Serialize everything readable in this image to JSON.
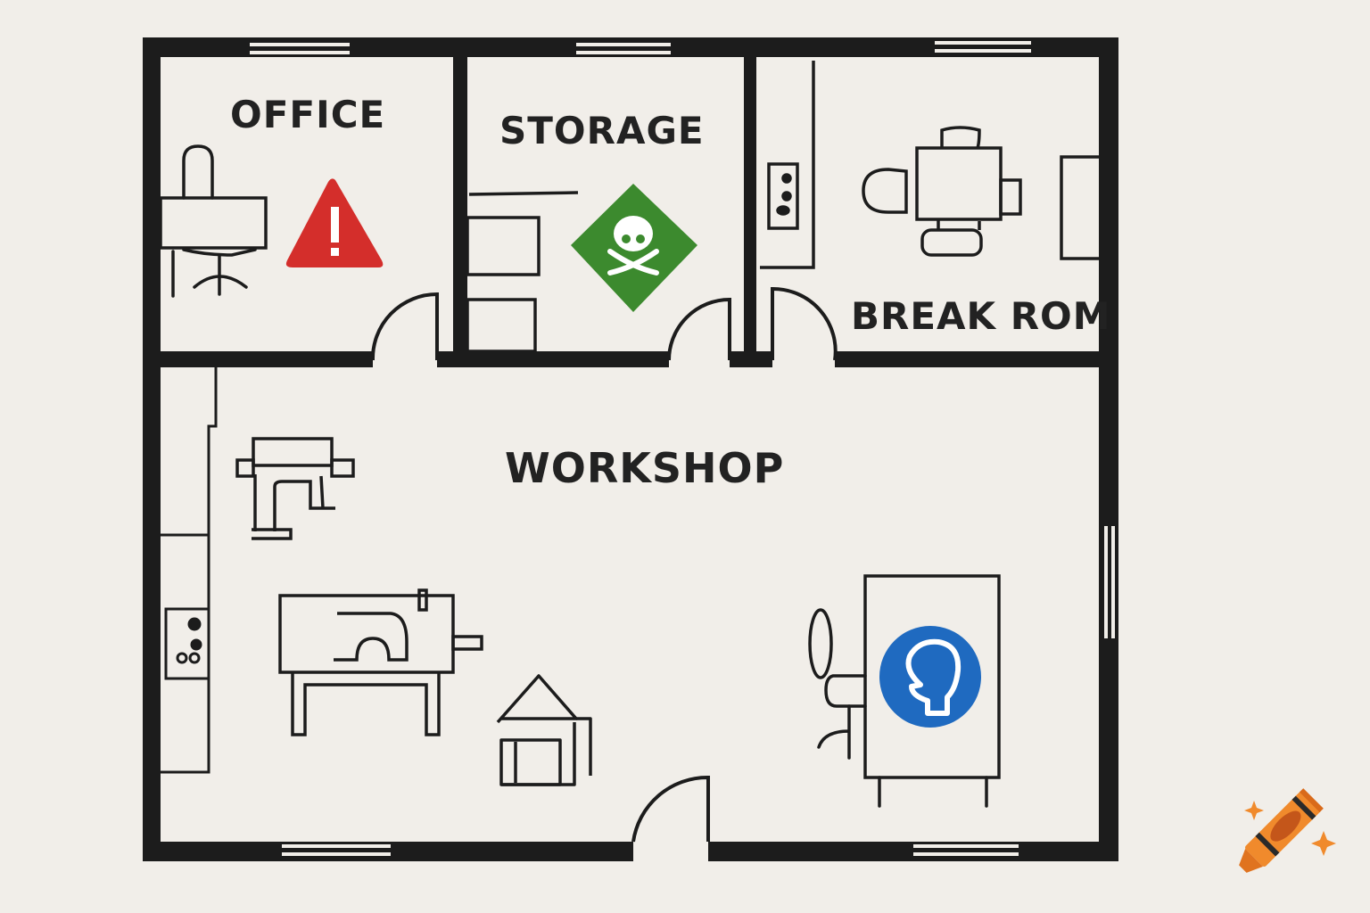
{
  "diagram": {
    "type": "floor-plan",
    "style": "hand-drawn",
    "colors": {
      "background": "#f1eee9",
      "wall": "#1c1c1c",
      "warning_red": "#d42e2b",
      "toxic_green": "#3c8a2e",
      "mandatory_blue": "#1f6ac0",
      "crayon_orange": "#f08a2c"
    },
    "rooms": [
      {
        "id": "office",
        "label": "OFFICE",
        "sign": {
          "icon": "warning-triangle-icon",
          "color": "#d42e2b",
          "glyph": "!"
        },
        "furniture": [
          "desk",
          "office-chair"
        ]
      },
      {
        "id": "storage",
        "label": "STORAGE",
        "sign": {
          "icon": "toxic-skull-crossbones-icon",
          "color": "#3c8a2e"
        },
        "furniture": [
          "shelf",
          "cabinet",
          "cabinet"
        ]
      },
      {
        "id": "break-room",
        "label": "BREAK ROM",
        "sign": null,
        "furniture": [
          "counter-with-stove",
          "dining-table",
          "chair",
          "chair",
          "chair",
          "side-cabinet"
        ]
      },
      {
        "id": "workshop",
        "label": "WORKSHOP",
        "sign": {
          "icon": "head-protection-icon",
          "color": "#1f6ac0"
        },
        "furniture": [
          "wall-counter",
          "stove",
          "drill-press",
          "workbench-with-machine",
          "small-shed-unit",
          "work-desk",
          "chair"
        ]
      }
    ],
    "corner_logo": "crayon-icon"
  }
}
